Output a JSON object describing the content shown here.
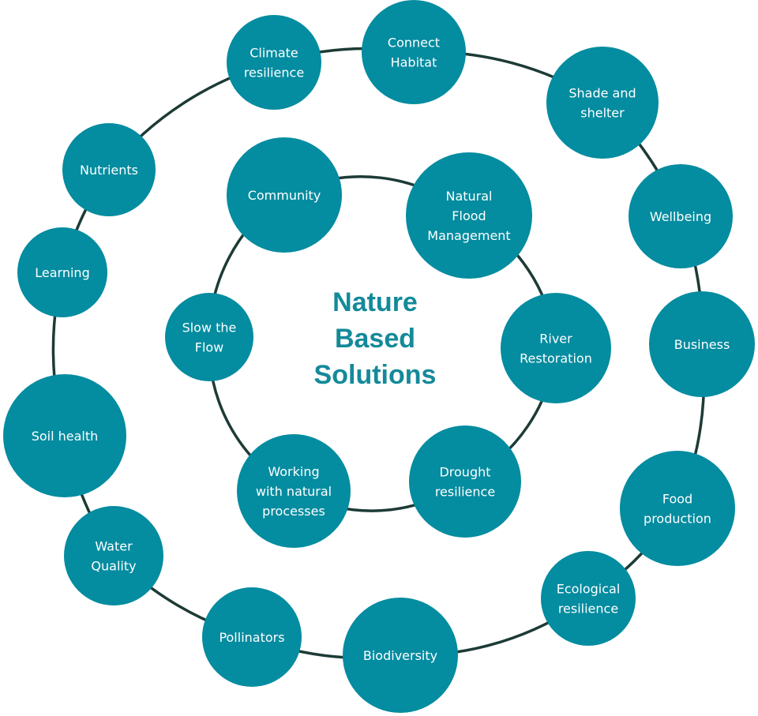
{
  "colors": {
    "node_fill": "#048ca0",
    "connector": "#1d3b36",
    "title": "#138a9a"
  },
  "title": {
    "lines": [
      "Nature",
      "Based",
      "Solutions"
    ]
  },
  "inner_ring": [
    {
      "id": "community",
      "lines": [
        "Community"
      ]
    },
    {
      "id": "natural-flood-management",
      "lines": [
        "Natural",
        "Flood",
        "Management"
      ]
    },
    {
      "id": "river-restoration",
      "lines": [
        "River",
        "Restoration"
      ]
    },
    {
      "id": "drought-resilience",
      "lines": [
        "Drought",
        "resilience"
      ]
    },
    {
      "id": "working-with-natural-processes",
      "lines": [
        "Working",
        "with natural",
        "processes"
      ]
    },
    {
      "id": "slow-the-flow",
      "lines": [
        "Slow the",
        "Flow"
      ]
    }
  ],
  "outer_ring": [
    {
      "id": "climate-resilience",
      "lines": [
        "Climate",
        "resilience"
      ]
    },
    {
      "id": "connect-habitat",
      "lines": [
        "Connect",
        "Habitat"
      ]
    },
    {
      "id": "shade-and-shelter",
      "lines": [
        "Shade and",
        "shelter"
      ]
    },
    {
      "id": "wellbeing",
      "lines": [
        "Wellbeing"
      ]
    },
    {
      "id": "business",
      "lines": [
        "Business"
      ]
    },
    {
      "id": "food-production",
      "lines": [
        "Food",
        "production"
      ]
    },
    {
      "id": "ecological-resilience",
      "lines": [
        "Ecological",
        "resilience"
      ]
    },
    {
      "id": "biodiversity",
      "lines": [
        "Biodiversity"
      ]
    },
    {
      "id": "pollinators",
      "lines": [
        "Pollinators"
      ]
    },
    {
      "id": "water-quality",
      "lines": [
        "Water",
        "Quality"
      ]
    },
    {
      "id": "soil-health",
      "lines": [
        "Soil health"
      ]
    },
    {
      "id": "learning",
      "lines": [
        "Learning"
      ]
    },
    {
      "id": "nutrients",
      "lines": [
        "Nutrients"
      ]
    }
  ]
}
